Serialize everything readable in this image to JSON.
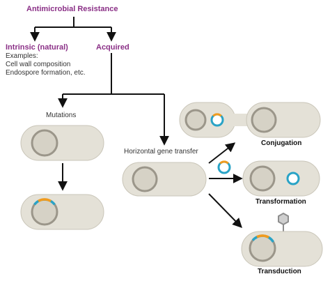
{
  "diagram": {
    "title": "Antimicrobial Resistance",
    "intrinsic": {
      "label": "Intrinsic (natural)",
      "examples_heading": "Examples:",
      "example_1": "Cell wall composition",
      "example_2": "Endospore formation, etc."
    },
    "acquired": {
      "label": "Acquired"
    },
    "mutations": {
      "label": "Mutations"
    },
    "hgt": {
      "label": "Horizontal gene transfer"
    },
    "mechanisms": {
      "conjugation": "Conjugation",
      "transformation": "Transformation",
      "transduction": "Transduction"
    }
  },
  "colors": {
    "cell_fill": "#e4e1d7",
    "cell_stroke": "#c9c5b8",
    "chromosome_fill": "#d6d2c6",
    "chromosome_stroke": "#9b968a",
    "plasmid": "#29a3c6",
    "resistance_gene": "#f29b1d",
    "title_text": "#8a2f86"
  }
}
